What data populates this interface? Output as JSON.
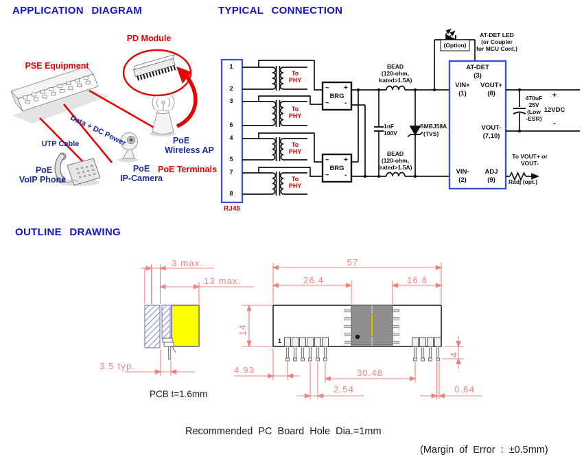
{
  "headers": {
    "application": "APPLICATION DIAGRAM",
    "connection": "TYPICAL CONNECTION",
    "outline": "OUTLINE DRAWING"
  },
  "application": {
    "pd_module": "PD Module",
    "pse_equipment": "PSE Equipment",
    "utp_cable": "UTP Cable",
    "data_dc_power": "Data + DC Power",
    "voip": {
      "l1": "PoE",
      "l2": "VoIP Phone"
    },
    "camera": {
      "l1": "PoE",
      "l2": "IP-Camera"
    },
    "wireless_ap": {
      "l1": "PoE",
      "l2": "Wireless AP"
    },
    "terminals": "PoE Terminals"
  },
  "schematic": {
    "rj45_pins": [
      "1",
      "2",
      "3",
      "6",
      "4",
      "5",
      "7",
      "8"
    ],
    "rj45_label": "RJ45",
    "to": "To",
    "phy": "PHY",
    "brg": "BRG",
    "tilde": "~",
    "plus": "+",
    "minus": "-",
    "bead": [
      "BEAD",
      "(120-ohm,",
      "Irated>1.5A)"
    ],
    "cap_input": [
      "1nF",
      "100V"
    ],
    "tvs": [
      "SMBJ58A",
      "(TVS)"
    ],
    "option": "(Option)",
    "led_note": [
      "AT-DET LED",
      "(or Coupler",
      "for MCU Cont.)"
    ],
    "atdet": {
      "title": "AT-DET",
      "title_pin": "(3)",
      "vin_plus": "VIN+",
      "vin_plus_pin": "(1)",
      "vout_plus": "VOUT+",
      "vout_plus_pin": "(8)",
      "vout_minus": "VOUT-",
      "vout_minus_pin": "(7,10)",
      "vin_minus": "VIN-",
      "vin_minus_pin": "(2)",
      "adj": "ADJ",
      "adj_pin": "(9)"
    },
    "cap_output": [
      "470uF",
      "25V",
      "(Low",
      "-ESR)"
    ],
    "out_plus": "+",
    "out_minus": "-",
    "out_voltage": "12VDC",
    "adj_note": [
      "To VOUT+ or",
      "VOUT-"
    ],
    "radj": "Radj (opt.)"
  },
  "outline": {
    "dim_3max": "3 max.",
    "dim_13max": "13 max.",
    "dim_14": "14",
    "dim_35typ": "3.5 typ.",
    "dim_493": "4.93",
    "dim_57": "57",
    "dim_264": "26.4",
    "dim_166": "16.6",
    "dim_3048": "30.48",
    "dim_254": "2.54",
    "dim_064": "0.64",
    "dim_4": "4",
    "pcb_note": "PCB t=1.6mm",
    "pin1": "1"
  },
  "footer": {
    "line1": "Recommended PC Board Hole Dia.=1mm",
    "line2": "(Margin of Error : ±0.5mm)"
  },
  "colors": {
    "header_blue": "#1414cc",
    "label_red": "#e60000",
    "label_navy": "#1c2b9b",
    "box_blue": "#3a52c8",
    "dim_pink": "#f28080",
    "body_yellow": "#ffff00",
    "module_gray": "#8f8f8f",
    "wire_black": "#111111",
    "cable_red": "#e60000"
  }
}
